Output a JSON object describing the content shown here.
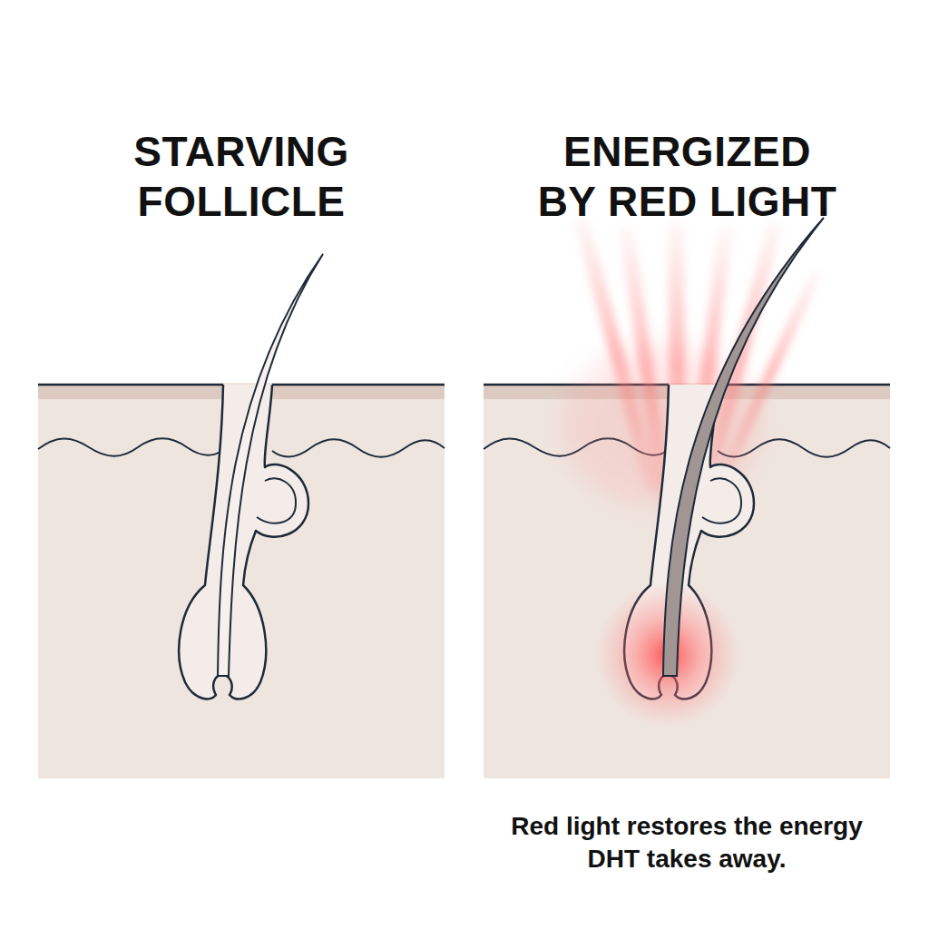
{
  "diagram": {
    "caption": "Red light restores the energy DHT takes away.",
    "nodes": [
      {
        "text": [
          "STARVING FOLLICLE"
        ]
      },
      {
        "text": [
          "ENERGIZED BY RED LIGHT"
        ]
      }
    ]
  }
}
